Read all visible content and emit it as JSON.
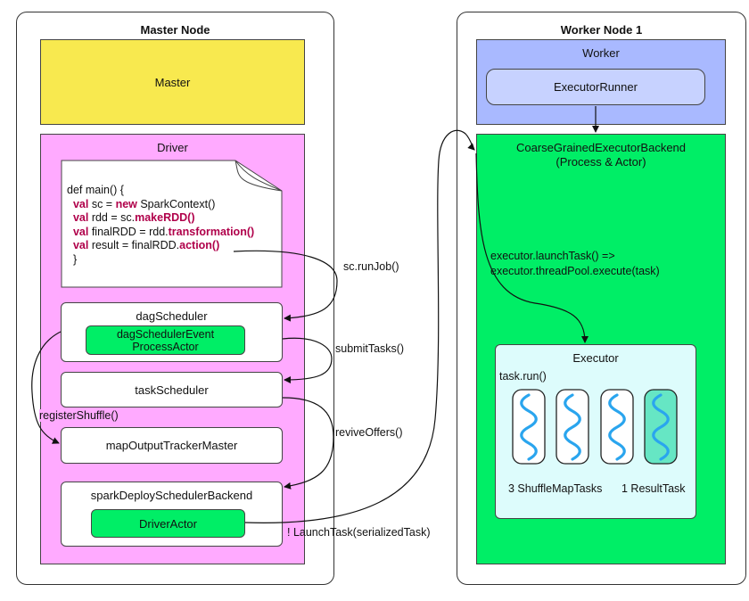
{
  "master": {
    "title": "Master Node",
    "master_box": "Master",
    "driver": {
      "title": "Driver",
      "code": {
        "line1": "def main() {",
        "line2_kw": "val",
        "line2_a": " sc = ",
        "line2_kw2": "new",
        "line2_b": " SparkContext()",
        "line3_kw": "val",
        "line3_a": " rdd = sc.",
        "line3_fn": "makeRDD()",
        "line4_kw": "val",
        "line4_a": " finalRDD = rdd.",
        "line4_fn": "transformation()",
        "line5_kw": "val",
        "line5_a": " result = finalRDD.",
        "line5_fn": "action()",
        "line6": "}"
      },
      "dag_scheduler": "dagScheduler",
      "dag_actor_line1": "dagSchedulerEvent",
      "dag_actor_line2": "ProcessActor",
      "task_scheduler": "taskScheduler",
      "map_output": "mapOutputTrackerMaster",
      "backend": "sparkDeploySchedulerBackend",
      "driver_actor": "DriverActor"
    }
  },
  "worker": {
    "title": "Worker Node 1",
    "worker_box": "Worker",
    "executor_runner": "ExecutorRunner",
    "backend_line1": "CoarseGrainedExecutorBackend",
    "backend_line2": "(Process & Actor)",
    "launch_line1": "executor.launchTask() =>",
    "launch_line2": "executor.threadPool.execute(task)",
    "executor": {
      "title": "Executor",
      "task_run": "task.run()",
      "caption_left": "3 ShuffleMapTasks",
      "caption_right": "1 ResultTask"
    }
  },
  "edges": {
    "run_job": "sc.runJob()",
    "submit_tasks": "submitTasks()",
    "register_shuffle": "registerShuffle()",
    "revive_offers": "reviveOffers()",
    "launch_task": "! LaunchTask(serializedTask)"
  },
  "colors": {
    "master_yellow": "#f8e94f",
    "driver_pink": "#ffaaff",
    "worker_blue": "#a9b9ff",
    "runner_blue": "#c7d2ff",
    "backend_green": "#00ee66",
    "executor_cyan": "#ddfcfc",
    "task_wave": "#2aa5ee",
    "result_task_fill": "#66e6c4"
  }
}
